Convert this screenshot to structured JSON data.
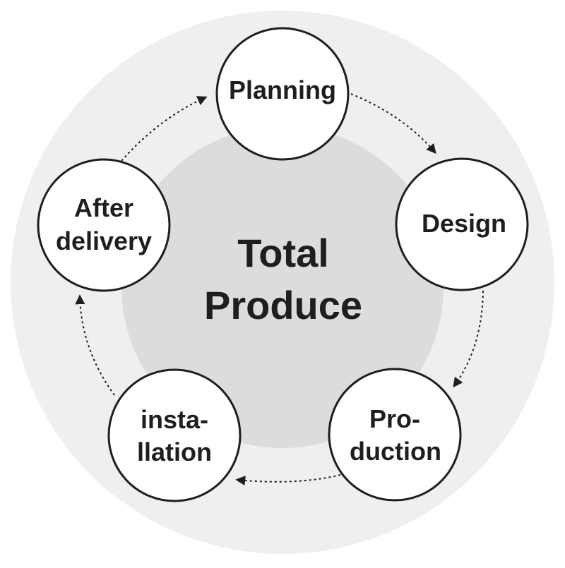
{
  "center": {
    "lines": [
      "Total",
      "Produce"
    ]
  },
  "stages": [
    {
      "id": "planning",
      "lines": [
        "Planning"
      ]
    },
    {
      "id": "design",
      "lines": [
        "Design"
      ]
    },
    {
      "id": "production",
      "lines": [
        "Pro-",
        "duction"
      ]
    },
    {
      "id": "installation",
      "lines": [
        "insta-",
        "llation"
      ]
    },
    {
      "id": "after-delivery",
      "lines": [
        "After",
        "delivery"
      ]
    }
  ],
  "colors": {
    "outer_ring": "#efefef",
    "inner_disc": "#dcdcdc",
    "stroke": "#1e1e1e",
    "node_fill": "#ffffff",
    "text": "#1e1e1e"
  }
}
